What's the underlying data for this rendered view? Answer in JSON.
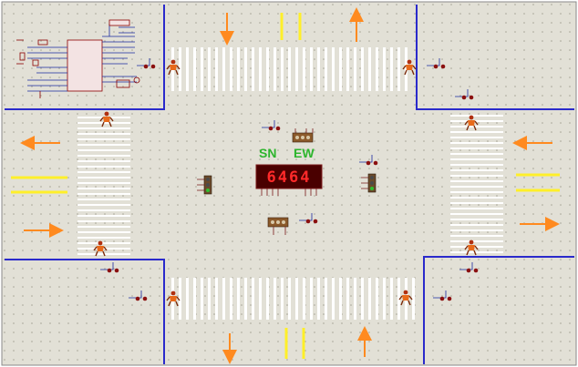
{
  "colors": {
    "canvas": "#e2e0d6",
    "grid_dot": "#a7a596",
    "border_blue": "#2a2acb",
    "road_edge_yellow": "#ffef29",
    "arrow_orange": "#ff8a1f",
    "crossing_white": "#ffffff",
    "label_green": "#2db52d",
    "display_red": "#ff2a2a",
    "display_bg": "#4a0000"
  },
  "labels": {
    "sn": "SN",
    "ew": "EW"
  },
  "display": {
    "digits": "6464"
  },
  "icons": {
    "pedestrian": "pedestrian-icon",
    "traffic_light": "traffic-light-icon",
    "arrow": "arrow-icon",
    "microcontroller": "microcontroller-chip-icon"
  }
}
